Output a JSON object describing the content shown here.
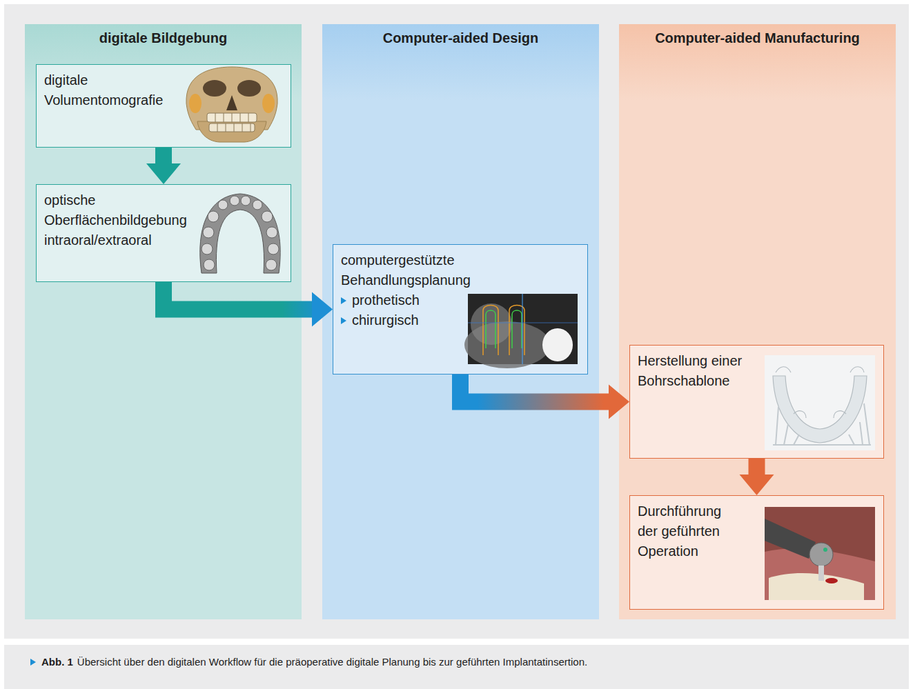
{
  "diagram": {
    "caption": "Übersicht über den digitalen Workflow für die präoperative digitale Planung bis zur geführten Implantatinsertion.",
    "nodes": [
      {
        "text": [
          "digitale Bildgebung"
        ]
      },
      {
        "text": [
          "digitale Volumentomografie"
        ],
        "in": 0
      },
      {
        "text": [
          "optische Oberflächenbildgebung intraoral/extraoral"
        ],
        "in": 0
      },
      {
        "text": [
          "Computer-aided Design"
        ]
      },
      {
        "text": [
          "computergestützte Behandlungsplanung",
          "prothetisch",
          "chirurgisch"
        ],
        "in": 3
      },
      {
        "text": [
          "Computer-aided Manufacturing"
        ]
      },
      {
        "text": [
          "Herstellung einer Bohrschablone"
        ],
        "in": 5
      },
      {
        "text": [
          "Durchführung der geführten Operation"
        ],
        "in": 5
      }
    ],
    "edges": [
      {
        "from": 1,
        "to": 2,
        "arrow": "to"
      },
      {
        "from": 2,
        "to": 4,
        "arrow": "to"
      },
      {
        "from": 4,
        "to": 6,
        "arrow": "to"
      },
      {
        "from": 6,
        "to": 7,
        "arrow": "to"
      }
    ],
    "labels": [
      "Abb. 1"
    ]
  }
}
